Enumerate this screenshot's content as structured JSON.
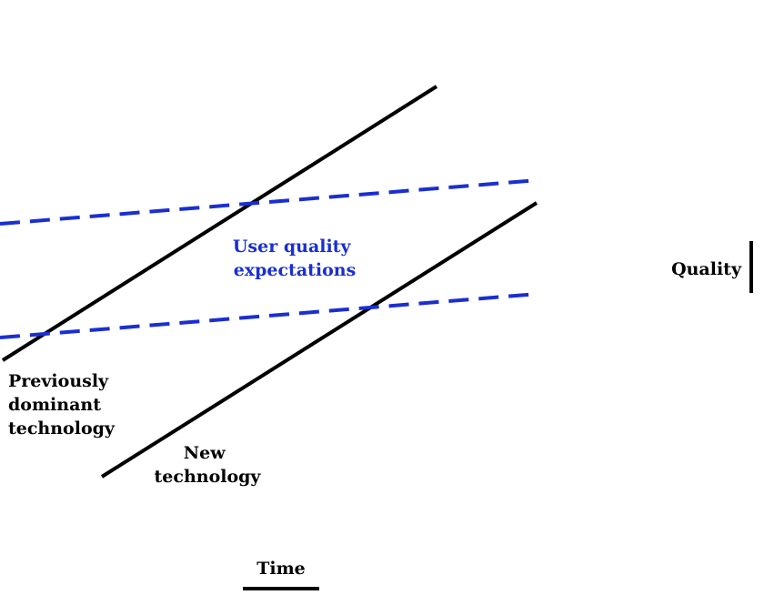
{
  "labels": {
    "previous_tech": [
      "Previously",
      "dominant",
      "technology"
    ],
    "new_tech": [
      "New",
      "technology"
    ],
    "expectations": [
      "User quality",
      "expectations"
    ],
    "y_axis": "Quality",
    "x_axis": "Time"
  },
  "colors": {
    "technology_line": "#000000",
    "expectation_line": "#1a2fd0",
    "text": "#000000",
    "expectation_text": "#1a2fd0"
  }
}
